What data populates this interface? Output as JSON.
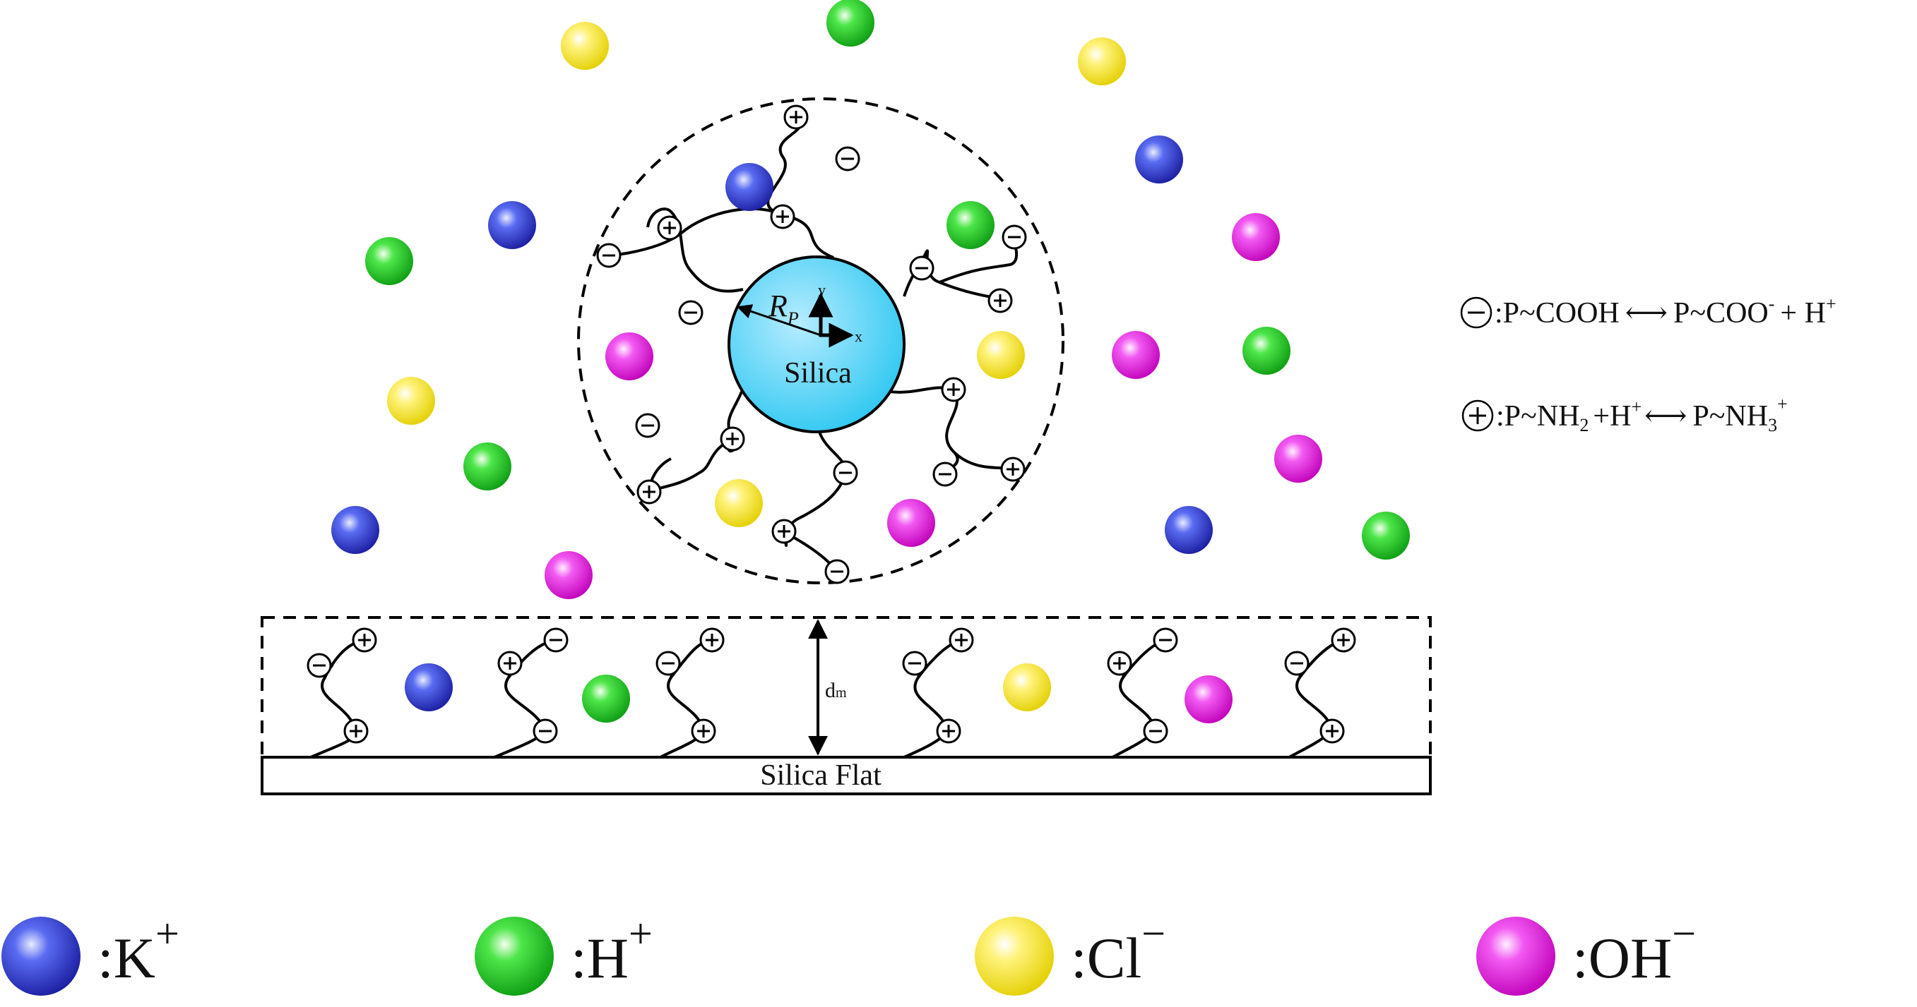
{
  "diagram": {
    "particle_label": "Silica",
    "flat_label": "Silica Flat",
    "radius_symbol": "R",
    "radius_subscript": "P",
    "x_axis": "x",
    "y_axis": "y",
    "separation_symbol": "d",
    "separation_subscript": "m"
  },
  "reactions": {
    "acid": {
      "lhs": ":P~COOH",
      "rhs": "P~COO",
      "rhs_sup": "-",
      "plus": "+ H",
      "plus_sup": "+"
    },
    "base": {
      "lhs": ":P~NH",
      "lhs_sub": "2",
      "plus": "+H",
      "plus_sup": "+",
      "rhs": "P~NH",
      "rhs_sub": "3",
      "rhs_sup": "+"
    }
  },
  "legend": [
    {
      "ion": ":K",
      "charge": "+",
      "color": "blue"
    },
    {
      "ion": ":H",
      "charge": "+",
      "color": "green"
    },
    {
      "ion": ":Cl",
      "charge": "−",
      "color": "yellow"
    },
    {
      "ion": ":OH",
      "charge": "−",
      "color": "magenta"
    }
  ],
  "colors": {
    "blue": "#3a46e0",
    "green": "#22cc2a",
    "yellow": "#f5e63a",
    "magenta": "#e032e0",
    "silica": "#29c6f0"
  }
}
